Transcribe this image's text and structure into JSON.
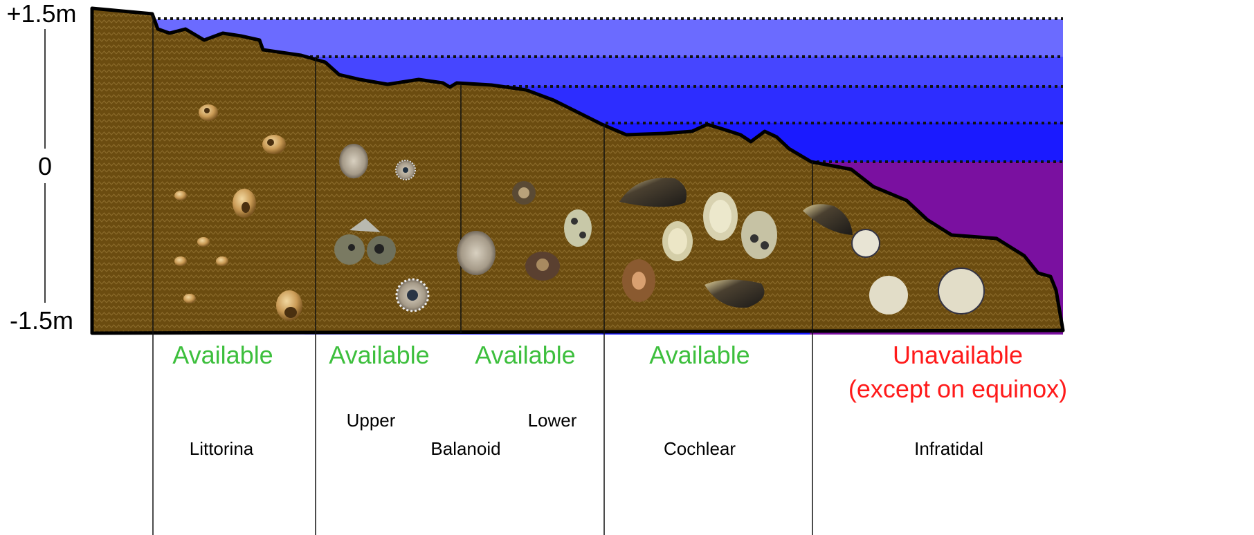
{
  "scale": {
    "top": "+1.5m",
    "middle": "0",
    "bottom": "-1.5m"
  },
  "availability": [
    {
      "label": "Available",
      "color": "#3dbf3d"
    },
    {
      "label": "Available",
      "color": "#3dbf3d"
    },
    {
      "label": "Available",
      "color": "#3dbf3d"
    },
    {
      "label": "Available",
      "color": "#3dbf3d"
    },
    {
      "label": "Unavailable",
      "label2": "(except on equinox)",
      "color": "#ff1a1a"
    }
  ],
  "sublabels": {
    "upper": "Upper",
    "lower": "Lower"
  },
  "zones": {
    "littorina": "Littorina",
    "balanoid": "Balanoid",
    "cochlear": "Cochlear",
    "infratidal": "Infratidal"
  },
  "colors": {
    "rock": "#6b4c10",
    "rock_hatch": "#8a6a2a",
    "water_1": "#6b6bff",
    "water_2": "#4646ff",
    "water_3": "#2d2dff",
    "water_4": "#1a1aff",
    "deep": "#7a10a0"
  },
  "icons": [
    "periwinkle-shell",
    "limpet-shell",
    "mussel-shell",
    "topshell"
  ]
}
